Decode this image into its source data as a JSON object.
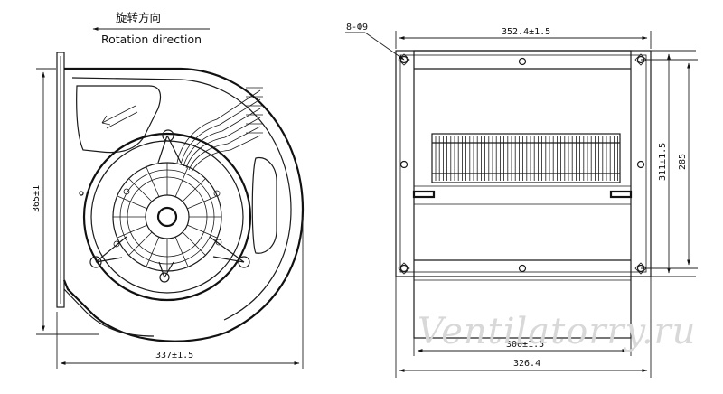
{
  "rotation": {
    "label_cn": "旋转方向",
    "label_en": "Rotation direction"
  },
  "dimensions": {
    "side_height": "365±1",
    "side_width": "337±1.5",
    "top_width": "352.4±1.5",
    "holes": "8-Ф9",
    "right_outer": "311±1.5",
    "right_inner": "285",
    "bottom_inner": "300±1.5",
    "bottom_outer": "326.4"
  },
  "watermark": "Ventilatorry.ru"
}
